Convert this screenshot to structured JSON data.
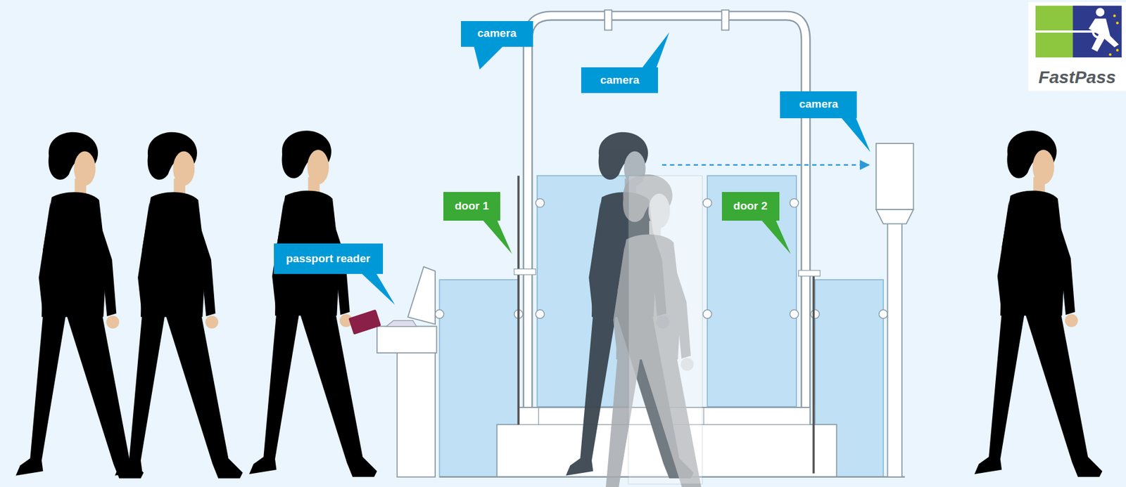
{
  "diagram": {
    "nodes": [
      {
        "text": [
          "camera"
        ]
      },
      {
        "text": [
          "camera"
        ]
      },
      {
        "text": [
          "camera"
        ]
      },
      {
        "text": [
          "door 1"
        ]
      },
      {
        "text": [
          "door 2"
        ]
      },
      {
        "text": [
          "passport reader"
        ]
      }
    ],
    "labels": [
      "FastPass"
    ]
  }
}
